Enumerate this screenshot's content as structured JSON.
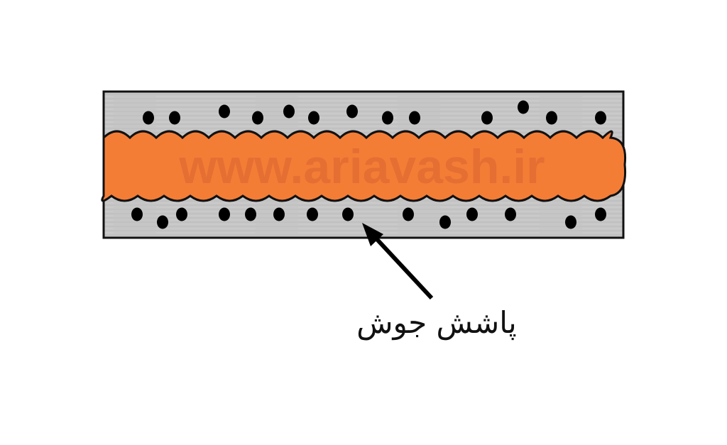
{
  "diagram": {
    "label": "پاشش جوش",
    "watermark": "www.ariavash.ir",
    "colors": {
      "plate": "#c4c4c4",
      "weld": "#f47d36",
      "spatter": "#000000",
      "watermark": "#e06a32"
    },
    "spatter_count_top": 13,
    "spatter_count_bottom": 14
  }
}
